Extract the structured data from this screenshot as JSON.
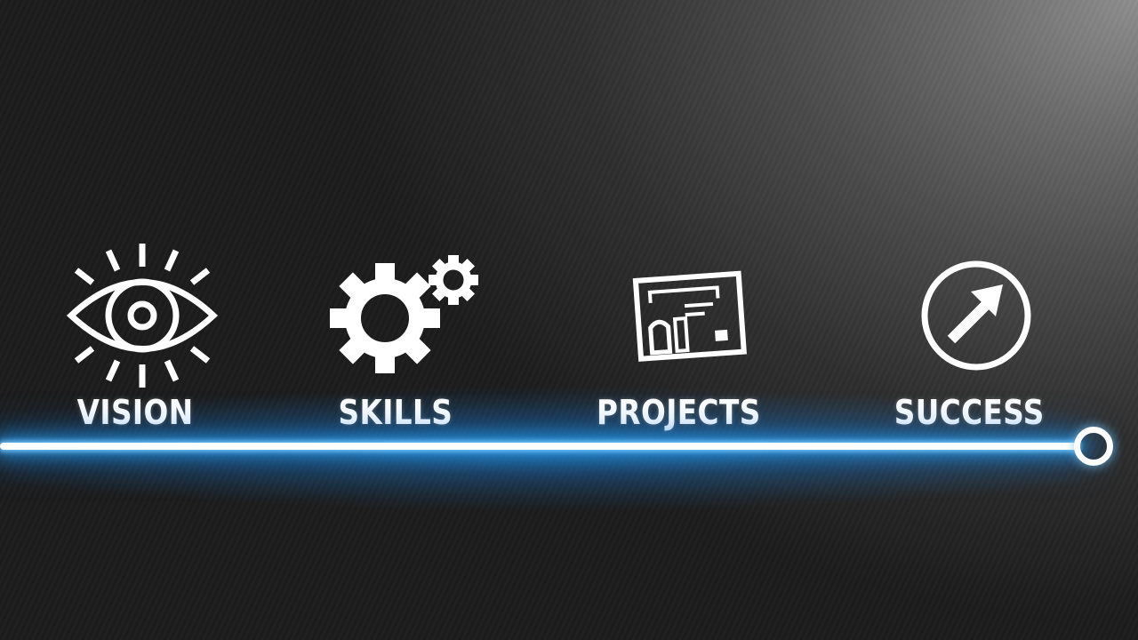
{
  "timeline": {
    "steps": [
      {
        "label": "VISION",
        "icon": "eye-icon"
      },
      {
        "label": "SKILLS",
        "icon": "gears-icon"
      },
      {
        "label": "PROJECTS",
        "icon": "blueprint-icon"
      },
      {
        "label": "SUCCESS",
        "icon": "arrow-circle-icon"
      }
    ]
  },
  "colors": {
    "background_dark": "#1c1c1c",
    "background_light": "#8e8e8e",
    "glow": "#2896e6",
    "foreground": "#ffffff"
  }
}
